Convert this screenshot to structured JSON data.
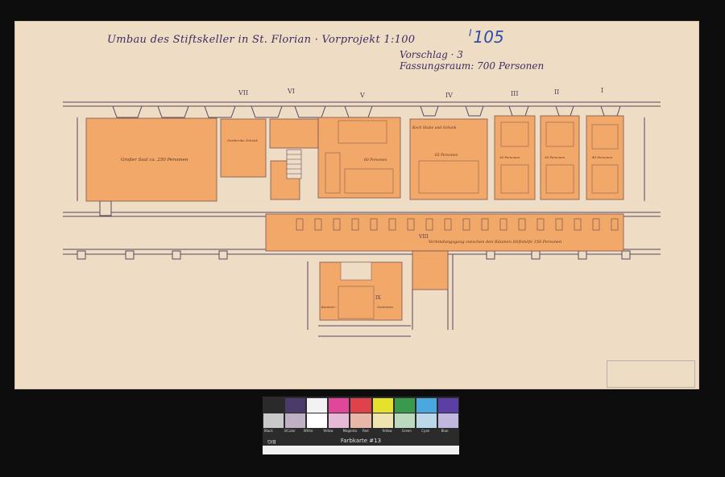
{
  "sheet": {
    "title": "Umbau des Stiftskeller in St. Florian · Vorprojekt 1:100",
    "vorschlag": "Vorschlag · 3",
    "capacity": "Fassungsraum: 700 Personen",
    "ink_number_small": "I",
    "ink_number": "105"
  },
  "rooms": {
    "grosser_saal": "Großer Saal ca. 250 Personen",
    "garderobe": "Garderobe Schank",
    "room_v": "60 Personen",
    "koch_stube": "Koch Stube und Schank",
    "room_iv": "65 Personen",
    "room_iii": "36 Personen",
    "room_ii": "36 Personen",
    "room_i": "48 Personen",
    "corridor": "Verbindungsgang zwischen den Räumen Stiftshöfe 150 Personen",
    "kammer": "Kammer",
    "gastraum": "Gastraum"
  },
  "numerals": {
    "vii": "VII",
    "vi": "VI",
    "v": "V",
    "iv": "IV",
    "iii": "III",
    "ii": "II",
    "i": "I",
    "viii": "VIII",
    "ix": "IX"
  },
  "colorchart": {
    "title": "Farbkarte #13",
    "brand": "BIG",
    "labels": [
      "Black",
      "3/Color",
      "White",
      "Yellow",
      "Magenta",
      "Red",
      "Yellow",
      "Green",
      "Cyan",
      "Blue"
    ],
    "colors": {
      "top": [
        "#2a2a2a",
        "#4b3b6b",
        "#f2f2f2",
        "#e0469a",
        "#e0424b",
        "#e6e12c",
        "#3a9a4c",
        "#4aa7e0",
        "#5b3fa5"
      ],
      "bottom": [
        "#c9c9c9",
        "#bfb1c3",
        "#ffffff",
        "#e6b9d5",
        "#e8b7a7",
        "#efe4b0",
        "#bcd9bf",
        "#bcd7e8",
        "#c2b8de"
      ]
    }
  },
  "colors": {
    "paper": "#efdcc4",
    "wash": "#f2a868",
    "wash_light": "#f4b57e",
    "line": "#5a4862",
    "ink_blue": "#2c4ea8",
    "title_ink": "#3b2c63"
  }
}
